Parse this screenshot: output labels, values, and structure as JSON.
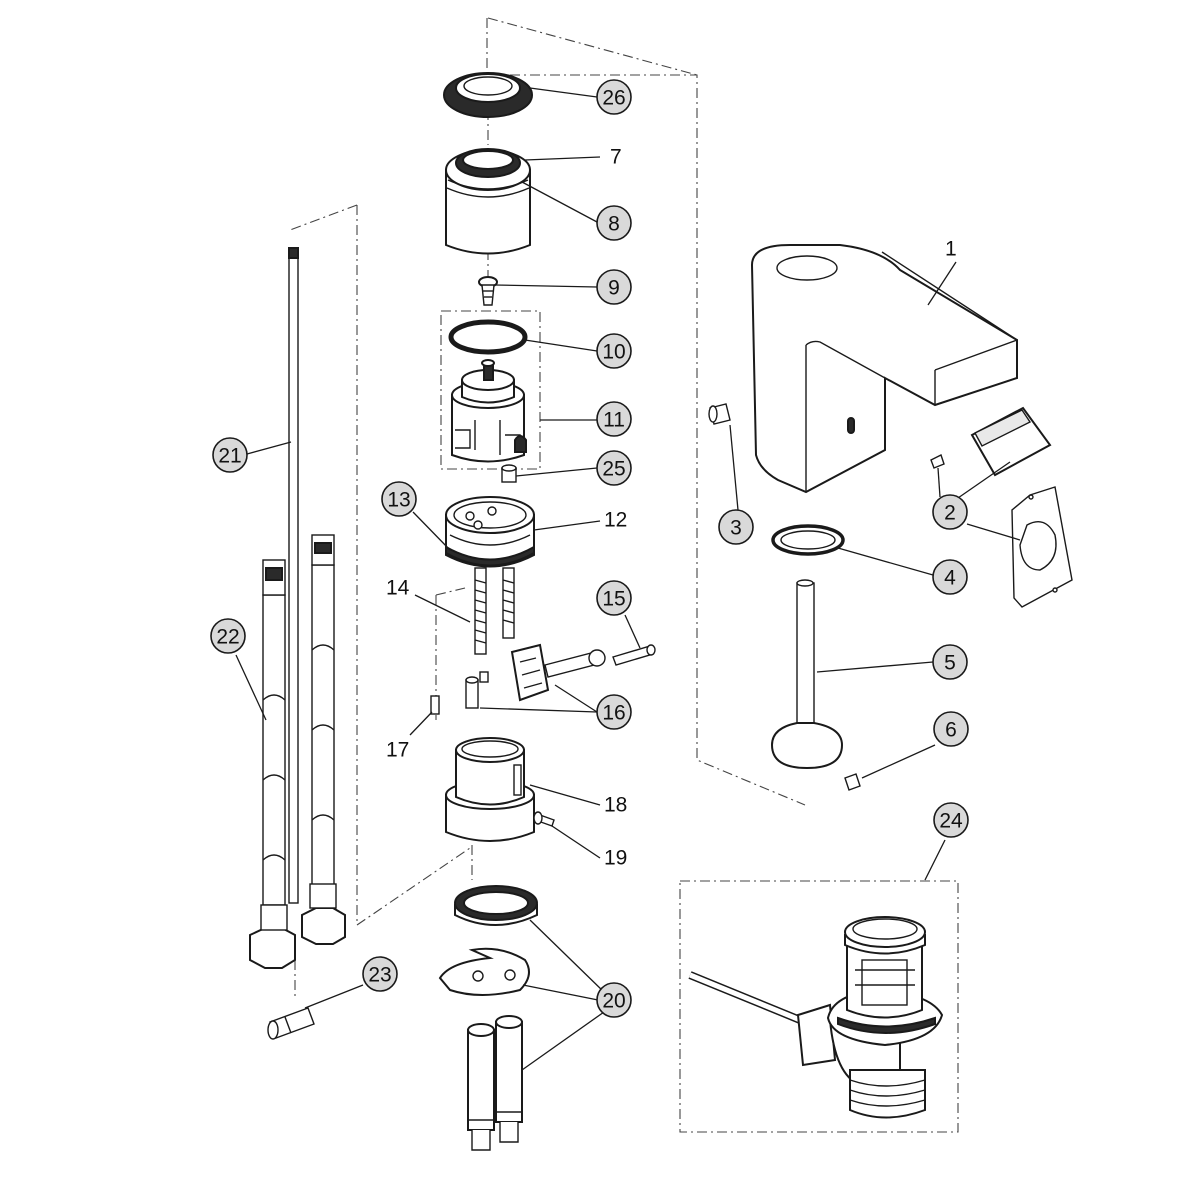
{
  "diagram": {
    "callouts": [
      {
        "id": "1",
        "style": "plain"
      },
      {
        "id": "2",
        "style": "badge"
      },
      {
        "id": "3",
        "style": "badge"
      },
      {
        "id": "4",
        "style": "badge"
      },
      {
        "id": "5",
        "style": "badge"
      },
      {
        "id": "6",
        "style": "badge"
      },
      {
        "id": "7",
        "style": "plain"
      },
      {
        "id": "8",
        "style": "badge"
      },
      {
        "id": "9",
        "style": "badge"
      },
      {
        "id": "10",
        "style": "badge"
      },
      {
        "id": "11",
        "style": "badge"
      },
      {
        "id": "12",
        "style": "plain"
      },
      {
        "id": "13",
        "style": "badge"
      },
      {
        "id": "14",
        "style": "plain"
      },
      {
        "id": "15",
        "style": "badge"
      },
      {
        "id": "16",
        "style": "badge"
      },
      {
        "id": "17",
        "style": "plain"
      },
      {
        "id": "18",
        "style": "plain"
      },
      {
        "id": "19",
        "style": "plain"
      },
      {
        "id": "20",
        "style": "badge"
      },
      {
        "id": "21",
        "style": "badge"
      },
      {
        "id": "22",
        "style": "badge"
      },
      {
        "id": "23",
        "style": "badge"
      },
      {
        "id": "24",
        "style": "badge"
      },
      {
        "id": "25",
        "style": "badge"
      },
      {
        "id": "26",
        "style": "badge"
      }
    ],
    "colors": {
      "badge_fill": "#d9d9d9",
      "ink": "#1a1a1a",
      "background": "#ffffff"
    }
  }
}
